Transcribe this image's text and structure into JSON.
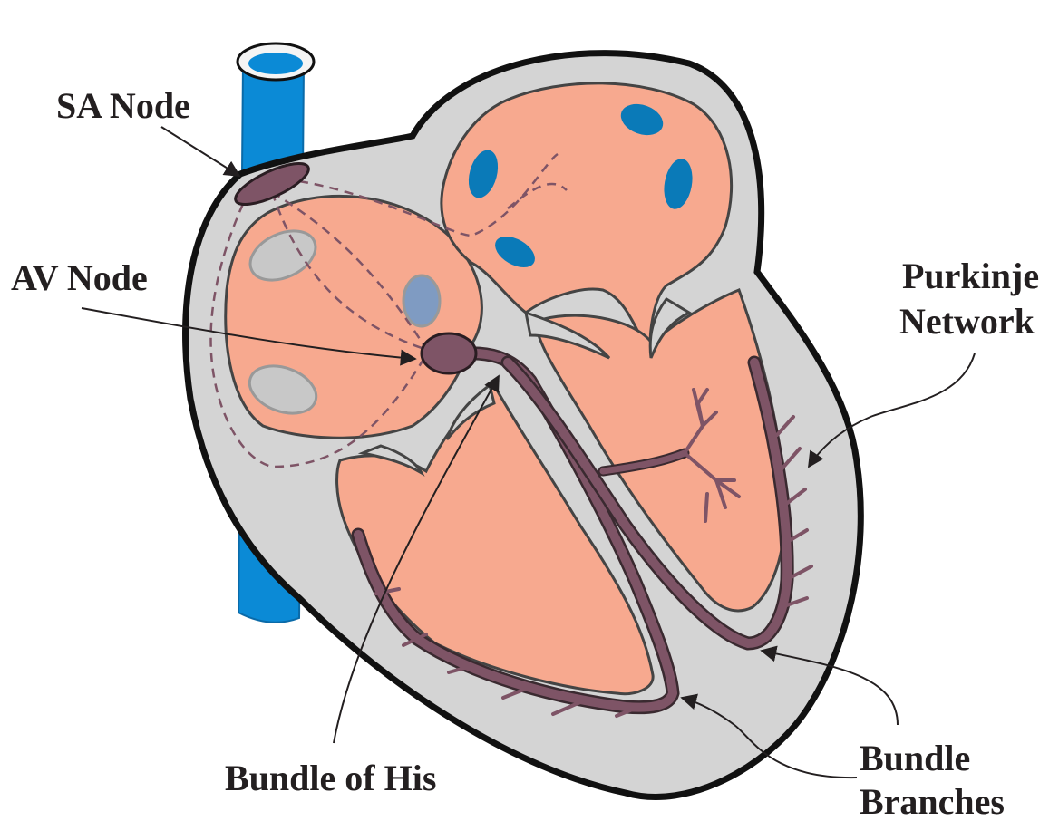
{
  "labels": {
    "sa_node": "SA Node",
    "av_node": "AV Node",
    "purkinje_line1": "Purkinje",
    "purkinje_line2": "Network",
    "bundle_of_his": "Bundle of His",
    "bundle_branches_line1": "Bundle",
    "bundle_branches_line2": "Branches"
  },
  "colors": {
    "heart_wall": "#d4d4d4",
    "chamber": "#f7a98f",
    "conduction": "#7e5466",
    "vessel": "#0b8ad6",
    "valve_gray": "#c8c8c8",
    "valve_blue": "#0a7ab8",
    "outline": "#111111"
  }
}
